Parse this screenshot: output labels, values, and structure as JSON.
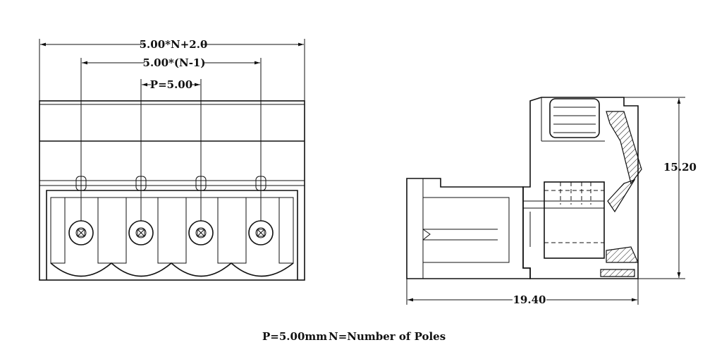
{
  "front_view": {
    "dims": {
      "overall": "5.00*N+2.0",
      "span": "5.00*(N-1)",
      "pitch": "P=5.00"
    },
    "pole_count": 4
  },
  "side_view": {
    "dims": {
      "height": "15.20",
      "depth": "19.40"
    }
  },
  "notes": {
    "pitch_note": "P=5.00mm",
    "poles_note": "N=Number of Poles"
  }
}
